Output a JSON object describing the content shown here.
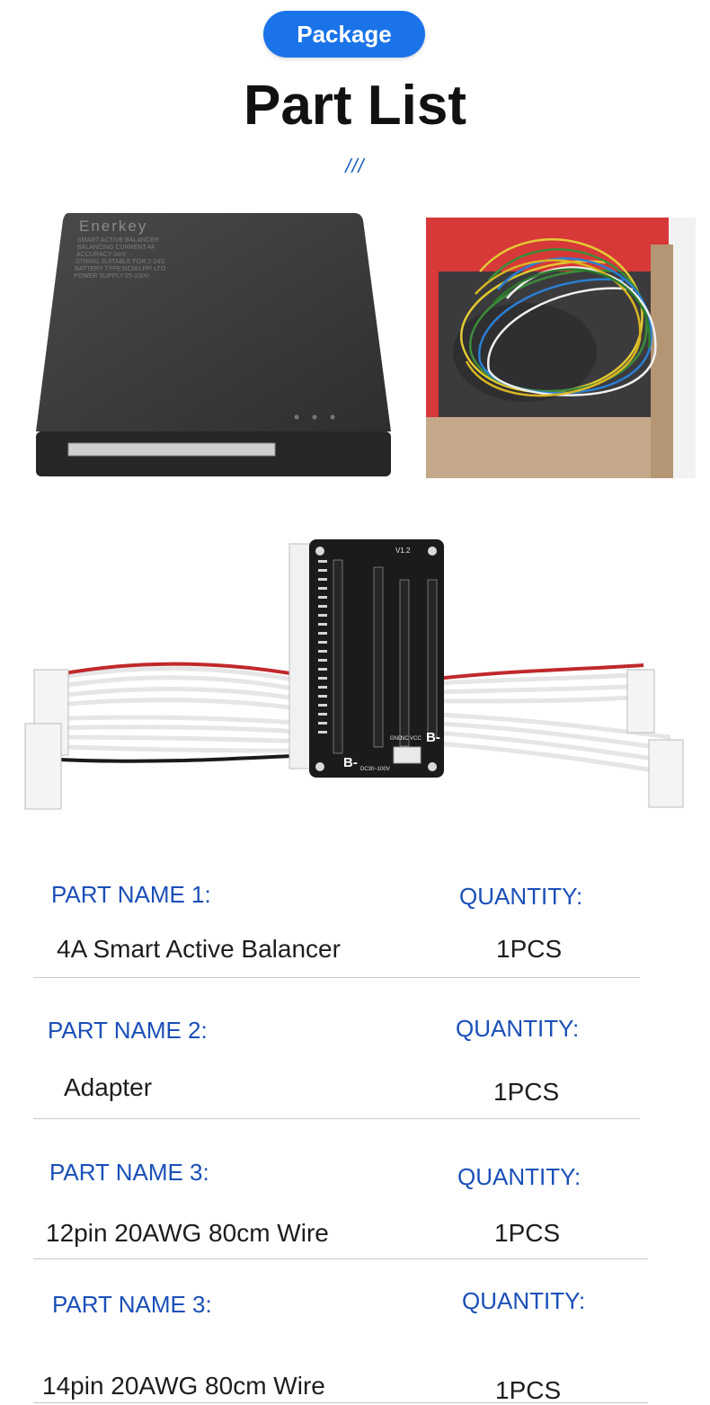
{
  "header": {
    "badge": "Package",
    "title": "Part List",
    "decor": "///"
  },
  "products": {
    "balancer_brand": "Enerkey",
    "balancer_text_lines": [
      "SMART ACTIVE BALANCER",
      "BALANCING CURRENT:4A",
      "ACCURACY:1mV",
      "STRING SUITABLE FOR:2-24S",
      "BATTERY TYPE:NCM/LFP/ LTO",
      "POWER SUPPLY:25-100V"
    ],
    "adapter_version": "V1.2",
    "adapter_b_minus": "B-",
    "adapter_power": "DC30~100V",
    "adapter_pins": [
      "GND",
      "NC",
      "VCC"
    ]
  },
  "parts": [
    {
      "name_label": "PART NAME 1:",
      "qty_label": "QUANTITY:",
      "name": "4A Smart Active Balancer",
      "qty": "1PCS"
    },
    {
      "name_label": "PART NAME 2:",
      "qty_label": "QUANTITY:",
      "name": "Adapter",
      "qty": "1PCS"
    },
    {
      "name_label": "PART NAME 3:",
      "qty_label": "QUANTITY:",
      "name": "12pin 20AWG 80cm Wire",
      "qty": "1PCS"
    },
    {
      "name_label": "PART NAME 3:",
      "qty_label": "QUANTITY:",
      "name": "14pin 20AWG 80cm Wire",
      "qty": "1PCS"
    }
  ],
  "colors": {
    "accent": "#1a73e8",
    "label_blue": "#1a4fb8"
  }
}
